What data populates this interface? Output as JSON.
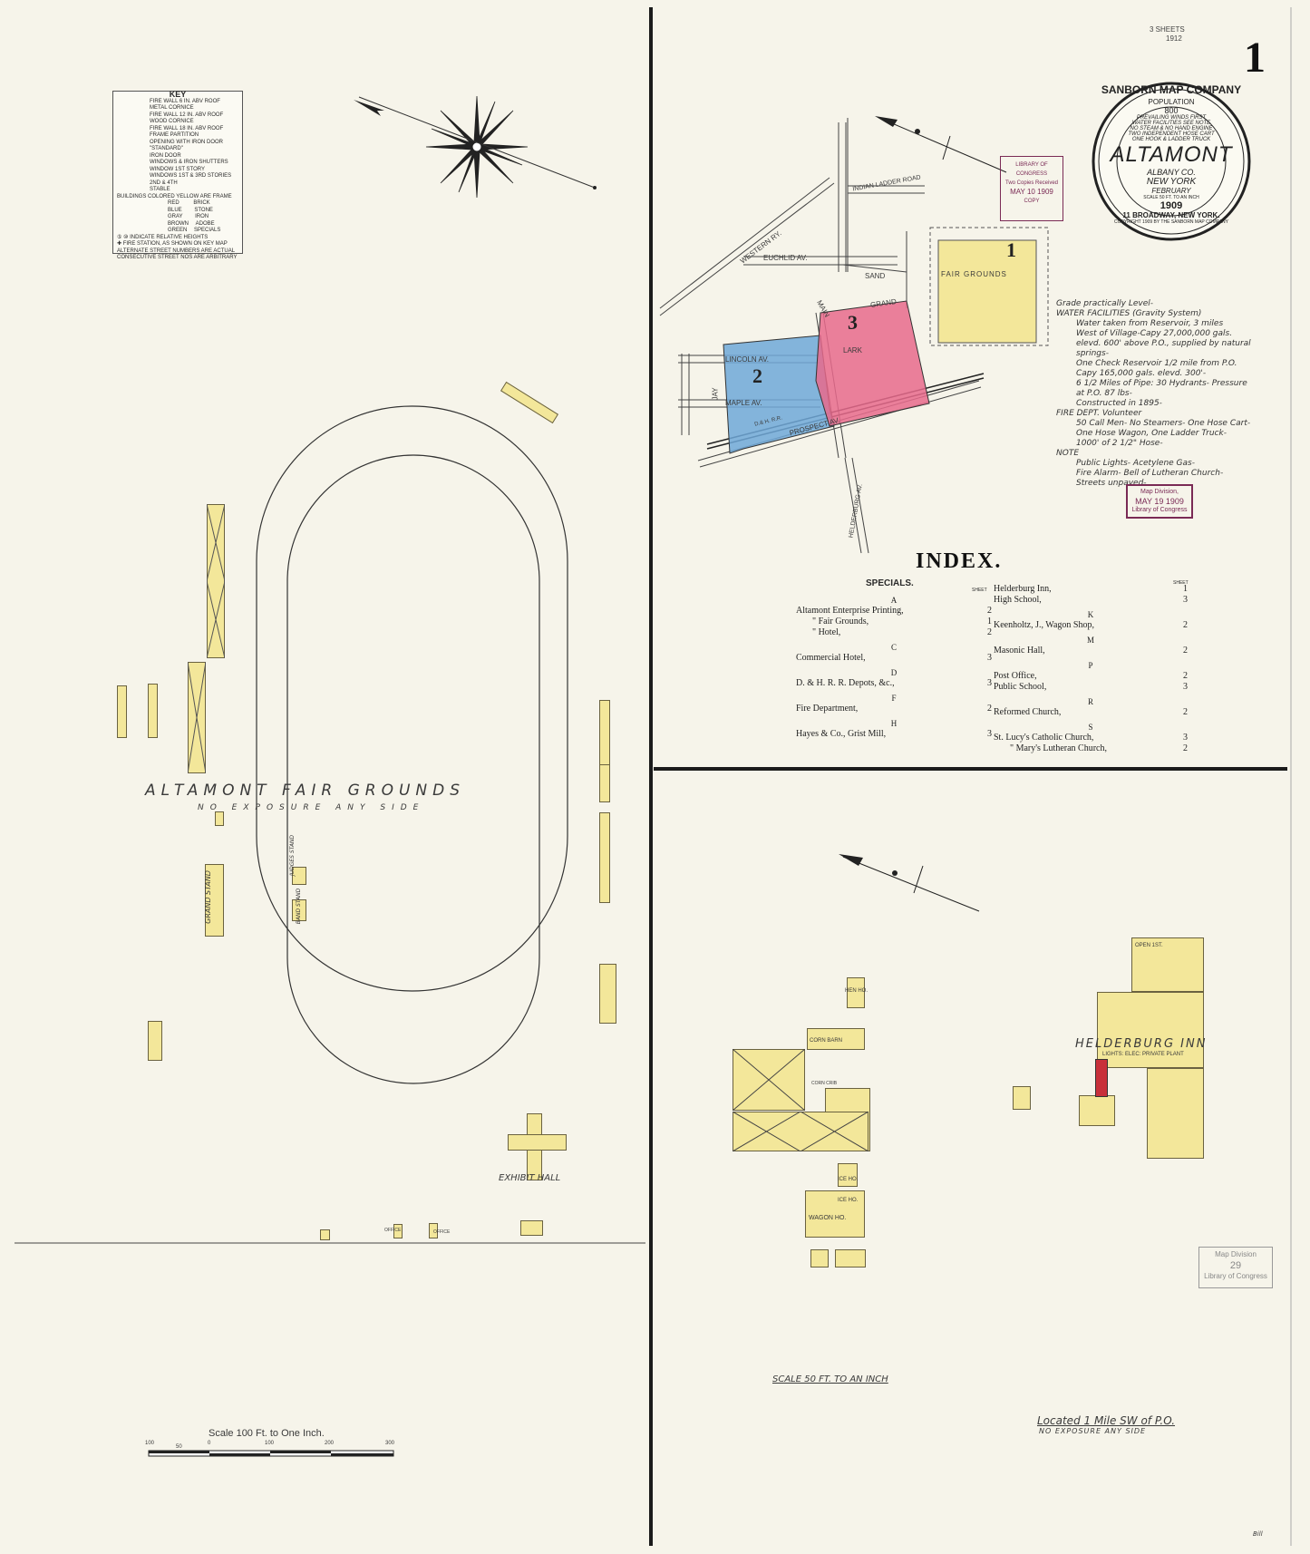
{
  "sheet": {
    "number": "1",
    "sheets_note": "3 SHEETS",
    "sheets_note2": "1912"
  },
  "seal": {
    "company": "SANBORN MAP COMPANY",
    "population_label": "POPULATION",
    "population": "800",
    "line1": "PREVAILING WINDS FIRST",
    "line2": "WATER FACILITIES SEE NOTE",
    "line3": "NO STEAM & NO HAND ENGINE",
    "line4": "TWO INDEPENDENT HOSE CART",
    "line5": "ONE HOOK & LADDER TRUCK",
    "town": "ALTAMONT",
    "county": "ALBANY CO.",
    "state": "NEW YORK",
    "month": "FEBRUARY",
    "scale": "SCALE 50 FT. TO AN INCH",
    "year": "1909",
    "address": "11 BROADWAY, NEW YORK.",
    "copyright": "COPYRIGHT 1909 BY THE SANBORN MAP COMPANY"
  },
  "key": {
    "title": "KEY",
    "items": [
      "FIRE WALL 6 IN. ABV ROOF",
      "METAL CORNICE",
      "FIRE WALL 12 IN. ABV ROOF",
      "WOOD CORNICE",
      "FIRE WALL 18 IN. ABV ROOF",
      "FRAME PARTITION",
      "OPENING WITH IRON DOOR",
      "\"STANDARD\"",
      "IRON DOOR",
      "WINDOWS & IRON SHUTTERS",
      "WINDOW 1ST STORY",
      "WINDOWS 1ST & 3RD STORIES",
      "2ND & 4TH",
      "STABLE"
    ],
    "colored": "BUILDINGS COLORED YELLOW ARE FRAME",
    "colors": [
      {
        "name": "RED",
        "material": "BRICK"
      },
      {
        "name": "BLUE",
        "material": "STONE"
      },
      {
        "name": "GRAY",
        "material": "IRON"
      },
      {
        "name": "BROWN",
        "material": "ADOBE"
      },
      {
        "name": "GREEN",
        "material": "SPECIALS"
      }
    ],
    "heights": "INDICATE RELATIVE HEIGHTS",
    "fire_station": "FIRE STATION, AS SHOWN ON KEY MAP",
    "alt_numbers": "ALTERNATE STREET NUMBERS ARE ACTUAL",
    "consecutive": "CONSECUTIVE STREET NOS ARE ARBITRARY"
  },
  "key_map": {
    "streets": {
      "western_ry": "WESTERN RY.",
      "euchlid": "EUCHLID AV.",
      "indian_ladder": "INDIAN LADDER ROAD",
      "sand": "SAND",
      "grand": "GRAND",
      "main": "MAIN",
      "lincoln": "LINCOLN AV.",
      "lark": "LARK",
      "maple": "MAPLE AV.",
      "prospect": "PROSPECT AV.",
      "jay": "JAY",
      "helderburg": "HELDERBURG AV.",
      "d_h_rr": "D.& H. R.R."
    },
    "fair_grounds": "FAIR GROUNDS",
    "sheet_1": "1",
    "sheet_2": "2",
    "sheet_3": "3"
  },
  "notes": {
    "lines": [
      "Grade practically Level-",
      "WATER FACILITIES (Gravity System)",
      "Water taken from Reservoir, 3 miles",
      "West of Village-Capy 27,000,000 gals.",
      "elevd. 600' above P.O., supplied by natural",
      "springs-",
      "One Check Reservoir 1/2 mile from P.O.",
      "Capy 165,000 gals. elevd. 300'-",
      "6 1/2 Miles of Pipe: 30 Hydrants- Pressure",
      "at P.O. 87 lbs-",
      "Constructed in 1895-",
      "FIRE DEPT. Volunteer",
      "50 Call Men- No Steamers- One Hose Cart-",
      "One Hose Wagon, One Ladder Truck-",
      "1000' of 2 1/2\" Hose-",
      "NOTE",
      "Public Lights- Acetylene Gas-",
      "Fire Alarm- Bell of Lutheran Church-",
      "Streets unpaved-"
    ]
  },
  "stamps": {
    "loc1_title": "LIBRARY OF CONGRESS",
    "loc1_sub": "Two Copies Received",
    "loc1_date": "MAY 10 1909",
    "loc1_copy": "COPY",
    "map_div1": "Map Division,",
    "map_div1_date": "MAY 19 1909",
    "map_div1_lib": "Library of Congress",
    "map_div2": "Map Division",
    "map_div2_num": "29",
    "map_div2_lib": "Library of Congress"
  },
  "index": {
    "title": "INDEX.",
    "specials": "SPECIALS.",
    "sheet_label": "SHEET",
    "left": [
      {
        "letter": "A"
      },
      {
        "name": "Altamont Enterprise Printing,",
        "sheet": "2"
      },
      {
        "name": "\" Fair Grounds,",
        "sheet": "1"
      },
      {
        "name": "\" Hotel,",
        "sheet": "2"
      },
      {
        "letter": "C"
      },
      {
        "name": "Commercial Hotel,",
        "sheet": "3"
      },
      {
        "letter": "D"
      },
      {
        "name": "D. & H. R. R. Depots, &c.,",
        "sheet": "3"
      },
      {
        "letter": "F"
      },
      {
        "name": "Fire Department,",
        "sheet": "2"
      },
      {
        "letter": "H"
      },
      {
        "name": "Hayes & Co., Grist Mill,",
        "sheet": "3"
      }
    ],
    "right": [
      {
        "name": "Helderburg Inn,",
        "sheet": "1"
      },
      {
        "name": "High School,",
        "sheet": "3"
      },
      {
        "letter": "K"
      },
      {
        "name": "Keenholtz, J., Wagon Shop,",
        "sheet": "2"
      },
      {
        "letter": "M"
      },
      {
        "name": "Masonic Hall,",
        "sheet": "2"
      },
      {
        "letter": "P"
      },
      {
        "name": "Post Office,",
        "sheet": "2"
      },
      {
        "name": "Public School,",
        "sheet": "3"
      },
      {
        "letter": "R"
      },
      {
        "name": "Reformed Church,",
        "sheet": "2"
      },
      {
        "letter": "S"
      },
      {
        "name": "St. Lucy's Catholic Church,",
        "sheet": "3"
      },
      {
        "name": "\" Mary's Lutheran Church,",
        "sheet": "2"
      }
    ]
  },
  "fairgrounds": {
    "title": "ALTAMONT FAIR GROUNDS",
    "exposure": "NO EXPOSURE ANY SIDE",
    "grand_stand": "GRAND STAND",
    "judges_stand": "JUDGES STAND",
    "band_stand": "BAND STAND",
    "exhibit_hall": "EXHIBIT HALL",
    "office1": "OFFICE",
    "office2": "OFFICE",
    "scale": "Scale 100 Ft. to One Inch.",
    "scale_ticks": [
      "100",
      "50",
      "0",
      "100",
      "200",
      "300"
    ]
  },
  "inn": {
    "title": "HELDERBURG INN",
    "lights": "LIGHTS: ELEC: PRIVATE PLANT",
    "open": "OPEN 1ST.",
    "hen_ho": "HEN HO.",
    "corn_barn": "CORN BARN",
    "corn_crib": "CORN CRIB",
    "ice_ho1": "ICE HO.",
    "ice_ho2": "ICE HO.",
    "wagon_ho": "WAGON HO.",
    "scale": "SCALE 50 FT. TO AN INCH",
    "located": "Located 1 Mile SW of P.O.",
    "exposure": "NO EXPOSURE ANY SIDE"
  },
  "bottom": {
    "initials": "Bill"
  }
}
